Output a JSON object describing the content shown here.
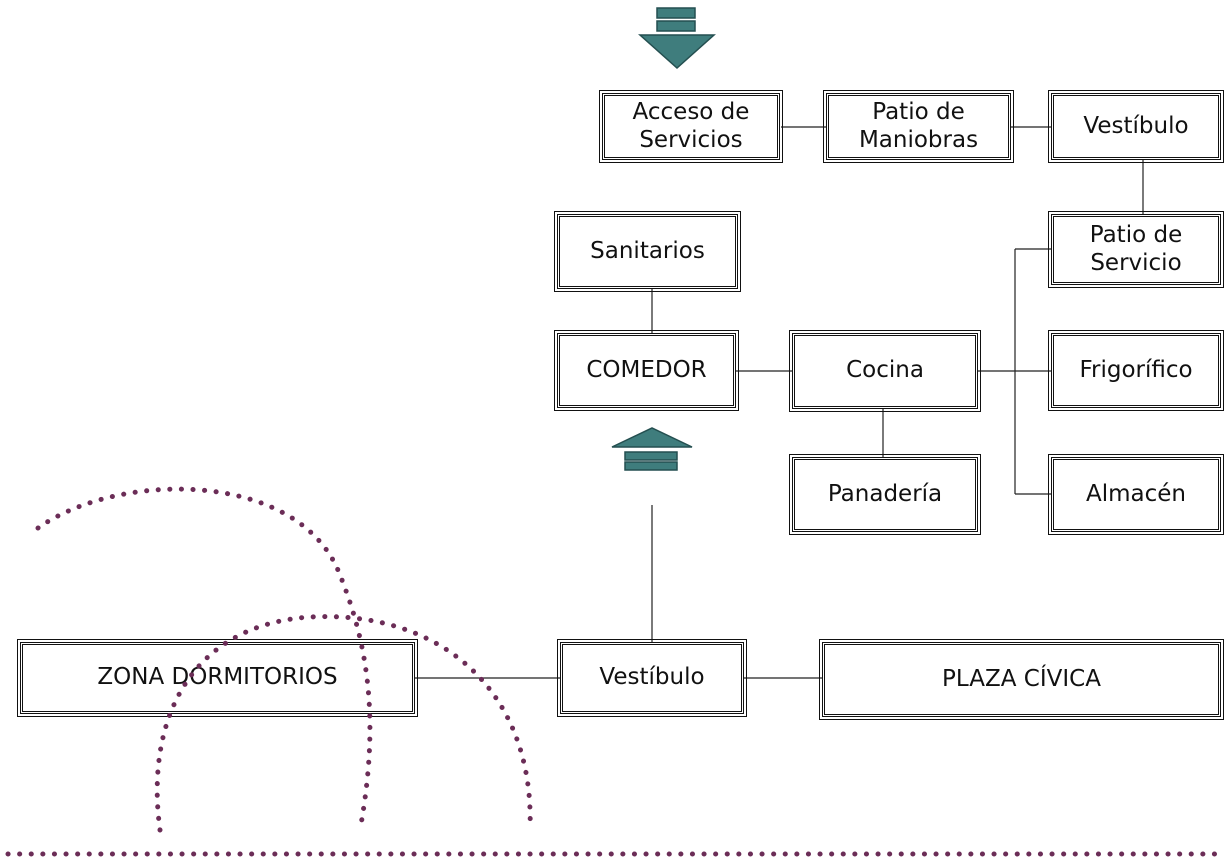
{
  "nodes": {
    "acceso_servicios": "Acceso de\nServicios",
    "patio_maniobras": "Patio de\nManiobras",
    "vestibulo_top": "Vestíbulo",
    "sanitarios": "Sanitarios",
    "patio_servicio": "Patio de\nServicio",
    "comedor": "COMEDOR",
    "cocina": "Cocina",
    "frigorifico": "Frigorífico",
    "panaderia": "Panadería",
    "almacen": "Almacén",
    "zona_dormitorios": "ZONA DORMITORIOS",
    "vestibulo_bottom": "Vestíbulo",
    "plaza_civica": "PLAZA CÍVICA"
  },
  "colors": {
    "arrow": "#3f7d7d",
    "arrow_dark": "#244f50",
    "dots": "#6b2d57",
    "line": "#222222"
  },
  "icons": {
    "entry_arrow_top": "down-arrow-icon",
    "entry_arrow_mid": "up-arrow-icon"
  }
}
